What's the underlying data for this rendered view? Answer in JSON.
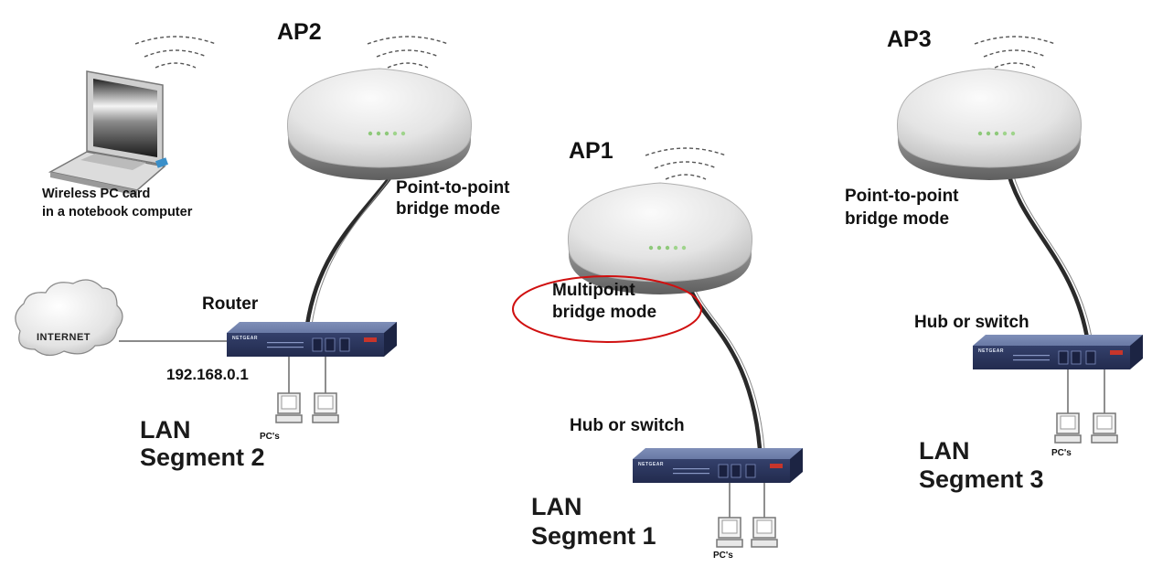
{
  "labels": {
    "ap2": "AP2",
    "ap1": "AP1",
    "ap3": "AP3",
    "ptp_bridge_1": "Point-to-point",
    "ptp_bridge_1b": "bridge mode",
    "ptp_bridge_3": "Point-to-point",
    "ptp_bridge_3b": "bridge mode",
    "multipoint_1": "Multipoint",
    "multipoint_2": "bridge mode",
    "wireless_1": "Wireless PC card",
    "wireless_2": "in a notebook computer",
    "router": "Router",
    "router_ip": "192.168.0.1",
    "internet": "INTERNET",
    "hub1": "Hub or switch",
    "hub3": "Hub or switch",
    "seg2_a": "LAN",
    "seg2_b": "Segment 2",
    "seg1_a": "LAN",
    "seg1_b": "Segment 1",
    "seg3_a": "LAN",
    "seg3_b": "Segment 3",
    "pcs_2": "PC's",
    "pcs_1": "PC's",
    "pcs_3": "PC's",
    "brand": "NETGEAR"
  },
  "colors": {
    "highlight_ellipse": "#d01010",
    "switch_body": "#3b4a78",
    "cable": "#2a2a2a",
    "ap_body": "#e6e6e6"
  }
}
